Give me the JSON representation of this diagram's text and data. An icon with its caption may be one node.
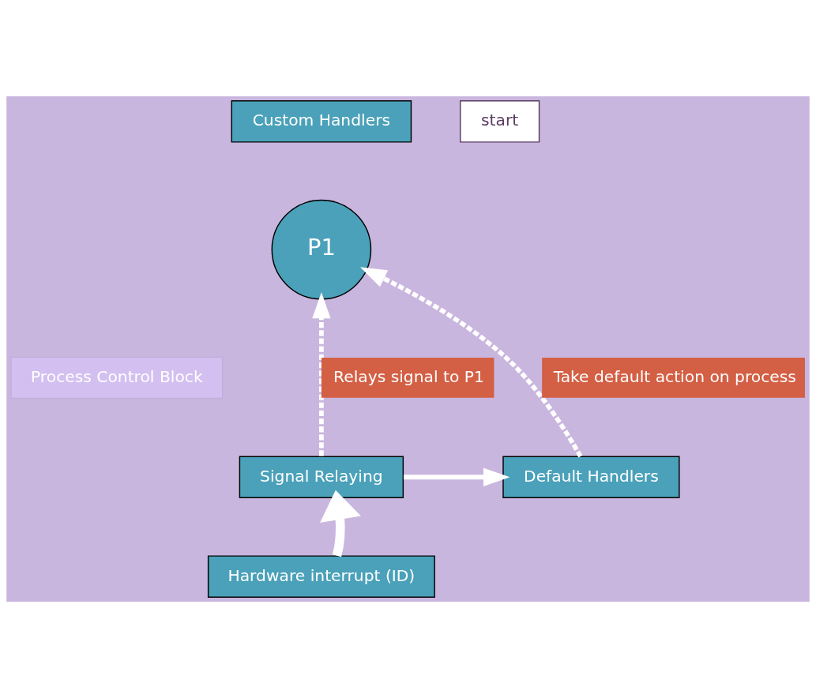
{
  "diagram": {
    "nodes": [
      {
        "text": [
          "Custom Handlers"
        ]
      },
      {
        "text": [
          "P1"
        ]
      },
      {
        "text": [
          "Process Control Block"
        ]
      },
      {
        "text": [
          "Signal Relaying"
        ]
      },
      {
        "text": [
          "Default Handlers"
        ]
      },
      {
        "text": [
          "Hardware interrupt (ID)"
        ]
      }
    ],
    "edges": [
      {
        "from": 3,
        "to": 1,
        "arrow": "to",
        "style": "dashed",
        "label": "Relays signal to P1"
      },
      {
        "from": 4,
        "to": 1,
        "arrow": "to",
        "style": "dashed",
        "label": "Take default action on process"
      },
      {
        "from": 3,
        "to": 4,
        "arrow": "to"
      },
      {
        "from": 5,
        "to": 3,
        "arrow": "to",
        "style": "thick"
      }
    ],
    "labels": [
      "start"
    ]
  }
}
